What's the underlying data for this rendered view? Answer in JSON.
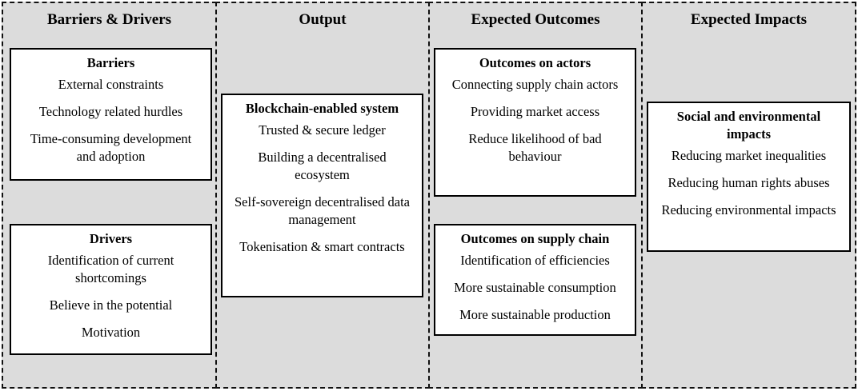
{
  "columns": [
    {
      "title": "Barriers & Drivers",
      "boxes": [
        {
          "title": "Barriers",
          "items": [
            "External constraints",
            "Technology related hurdles",
            "Time-consuming development and adoption"
          ]
        },
        {
          "title": "Drivers",
          "items": [
            "Identification of current shortcomings",
            "Believe in the potential",
            "Motivation"
          ]
        }
      ]
    },
    {
      "title": "Output",
      "boxes": [
        {
          "title": "Blockchain-enabled system",
          "items": [
            "Trusted & secure ledger",
            "Building a decentralised ecosystem",
            "Self-sovereign decentralised data management",
            "Tokenisation & smart contracts"
          ]
        }
      ]
    },
    {
      "title": "Expected Outcomes",
      "boxes": [
        {
          "title": "Outcomes on actors",
          "items": [
            "Connecting supply chain actors",
            "Providing market access",
            "Reduce likelihood of bad behaviour"
          ]
        },
        {
          "title": "Outcomes on supply chain",
          "items": [
            "Identification of efficiencies",
            "More sustainable consumption",
            "More sustainable production"
          ]
        }
      ]
    },
    {
      "title": "Expected Impacts",
      "boxes": [
        {
          "title": "Social and environmental impacts",
          "items": [
            "Reducing market inequalities",
            "Reducing human rights abuses",
            "Reducing environmental impacts"
          ]
        }
      ]
    }
  ]
}
